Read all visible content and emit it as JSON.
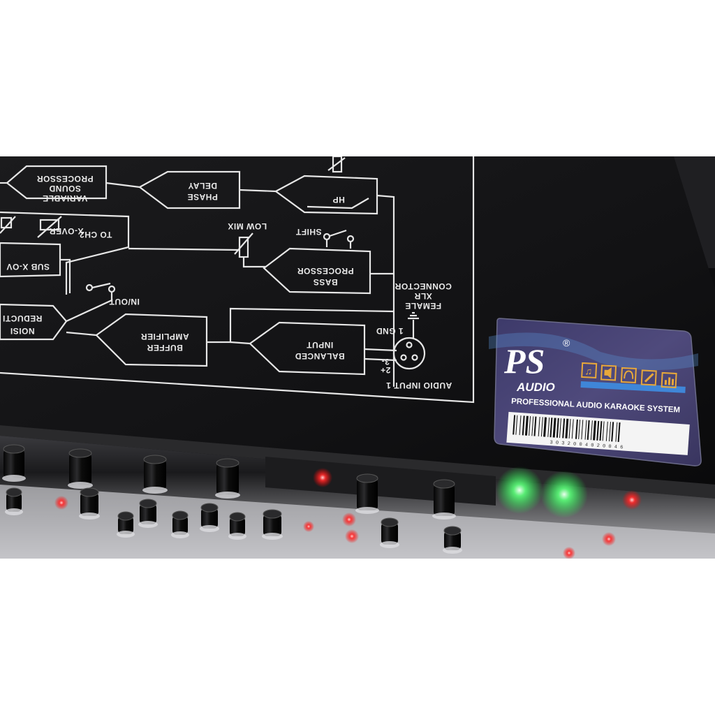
{
  "diagram": {
    "blocks": {
      "variable_sound_processor": [
        "PROCESSOR",
        "SOUND",
        "VARIABLE"
      ],
      "phase_delay": [
        "DELAY",
        "PHASE"
      ],
      "hp": "HP",
      "x_over": "X-OVER",
      "to_ch2": "TO CH2",
      "low_mix": "LOW MIX",
      "shift": "SHIFT",
      "sub_x_over": "SUB X-OV",
      "bass_processor": [
        "PROCESSOR",
        "BASS"
      ],
      "noise_reduction": [
        "REDUCTI",
        "NOISI"
      ],
      "in_out": "IN/OUT",
      "buffer_amplifier": [
        "AMPLIFIER",
        "BUFFER"
      ],
      "balanced_input": [
        "INPUT",
        "BALANCED"
      ],
      "connector": [
        "CONNECTOR",
        "XLR",
        "FEMALE"
      ],
      "gnd": "1 GND",
      "pin2": "2+",
      "pin3": "3-",
      "audio_input": "AUDIO INPUT 1"
    }
  },
  "label": {
    "brand": "PS",
    "registered": "®",
    "sub": "AUDIO",
    "tagline": "PROFESSIONAL AUDIO KARAOKE SYSTEM",
    "barcode_digits": "3 0 3 2 0 0 4 0 2 0 0 4 6",
    "icons": [
      "music-icon",
      "speaker-icon",
      "headphones-icon",
      "microphone-icon",
      "equalizer-icon"
    ]
  },
  "colors": {
    "panel": "#141416",
    "label_bg": "#4a4470",
    "led_green": "#5cff7a",
    "led_red": "#ff2a2a"
  }
}
